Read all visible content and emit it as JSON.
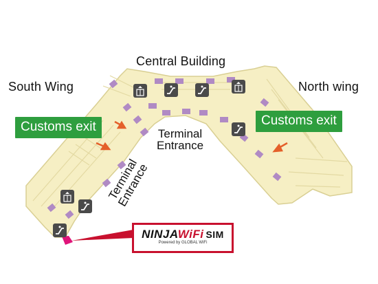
{
  "areas": {
    "central": "Central Building",
    "south": "South Wing",
    "north": "North wing"
  },
  "customs_exit": {
    "left": "Customs exit",
    "right": "Customs exit"
  },
  "terminal_entrance": {
    "center": [
      "Terminal",
      "Entrance"
    ],
    "south": [
      "Terminal",
      "Entrance"
    ]
  },
  "ninja_wifi": {
    "brand_prefix": "NINJA",
    "brand_wifi": "WiFi",
    "product": "SIM",
    "tagline": "Powered by GLOBAL WiFi"
  },
  "icons": [
    {
      "name": "elevator-icon"
    },
    {
      "name": "escalator-icon"
    },
    {
      "name": "escalator-icon"
    },
    {
      "name": "elevator-icon"
    },
    {
      "name": "escalator-icon"
    },
    {
      "name": "elevator-icon"
    },
    {
      "name": "escalator-icon"
    },
    {
      "name": "escalator-icon"
    }
  ],
  "colors": {
    "floor": "#f6efc4",
    "outline": "#d9cf93",
    "gate": "#b08ac4",
    "customs": "#2e9e3e",
    "arrow": "#e4602a",
    "marker": "#e0147a",
    "callout": "#c8102e",
    "icon_bg": "#4a4a4a"
  }
}
